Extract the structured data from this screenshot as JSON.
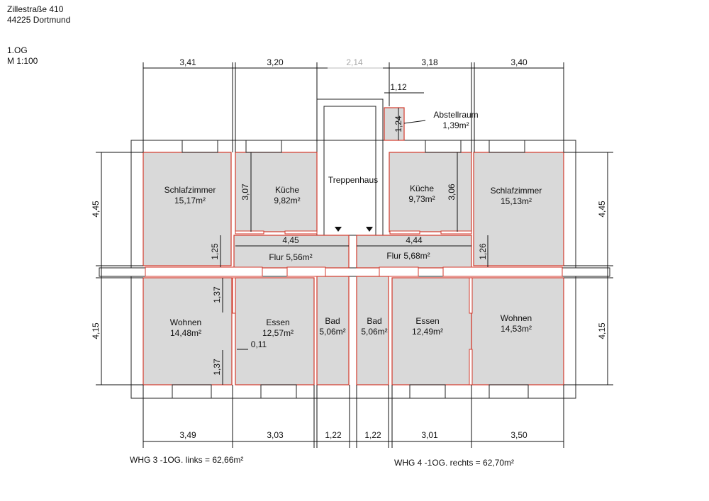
{
  "header": {
    "street": "Zillestraße 410",
    "city": "44225 Dortmund",
    "floor": "1.OG",
    "scale": "M 1:100"
  },
  "dims_top": [
    "3,41",
    "3,20",
    "2,14",
    "3,18",
    "3,40",
    "1,12"
  ],
  "dims_bottom": [
    "3,49",
    "3,03",
    "1,22",
    "1,22",
    "3,01",
    "3,50"
  ],
  "dims_side": {
    "left_upper": "4,45",
    "left_lower": "4,15",
    "right_upper": "4,45",
    "right_lower": "4,15"
  },
  "dims_inner": {
    "kueche_l": "3,07",
    "kueche_r": "3,06",
    "flur_l": "4,45",
    "flur_r": "4,44",
    "flur_h_l": "1,25",
    "flur_h_r": "1,26",
    "wohnen_a": "1,37",
    "wohnen_b": "1,37",
    "wall": "0,11",
    "abstell": "1,24"
  },
  "rooms": {
    "left": {
      "schlafzimmer": {
        "name": "Schlafzimmer",
        "area": "15,17m²"
      },
      "kueche": {
        "name": "Küche",
        "area": "9,82m²"
      },
      "flur": "Flur 5,56m²",
      "wohnen": {
        "name": "Wohnen",
        "area": "14,48m²"
      },
      "essen": {
        "name": "Essen",
        "area": "12,57m²"
      },
      "bad": {
        "name": "Bad",
        "area": "5,06m²"
      }
    },
    "right": {
      "schlafzimmer": {
        "name": "Schlafzimmer",
        "area": "15,13m²"
      },
      "kueche": {
        "name": "Küche",
        "area": "9,73m²"
      },
      "flur": "Flur 5,68m²",
      "wohnen": {
        "name": "Wohnen",
        "area": "14,53m²"
      },
      "essen": {
        "name": "Essen",
        "area": "12,49m²"
      },
      "bad": {
        "name": "Bad",
        "area": "5,06m²"
      }
    },
    "treppenhaus": "Treppenhaus",
    "abstellraum": {
      "name": "Abstellraum",
      "area": "1,39m²"
    }
  },
  "totals": {
    "left": "WHG 3 -1OG. links = 62,66m²",
    "right": "WHG 4 -1OG. rechts = 62,70m²"
  },
  "colors": {
    "wall_red": "#d33a2c",
    "room_fill": "#d9d9d9"
  }
}
